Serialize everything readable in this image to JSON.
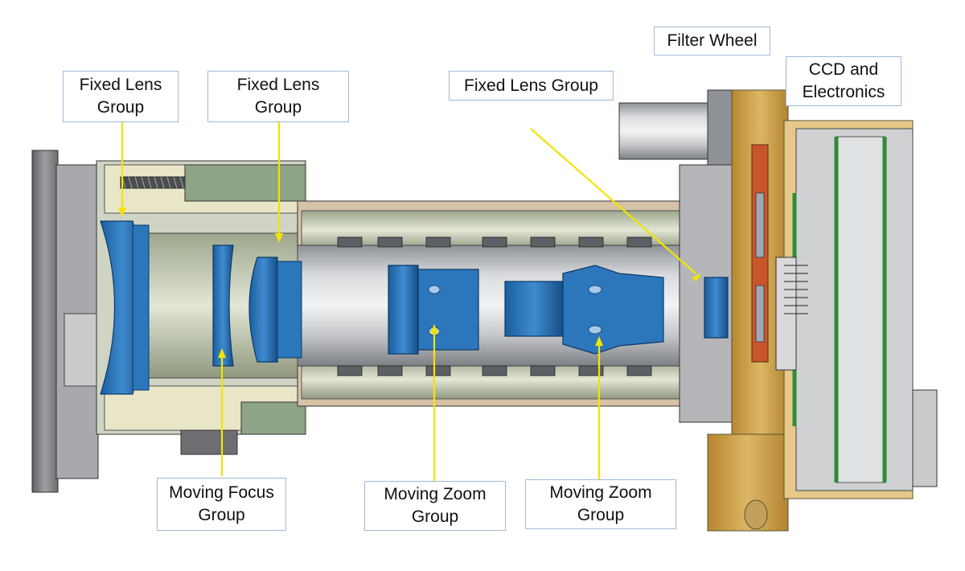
{
  "labels": {
    "filter_wheel": "Filter Wheel",
    "ccd_electronics": "CCD and\nElectronics",
    "fixed_lens_group_1": "Fixed Lens\nGroup",
    "fixed_lens_group_2": "Fixed Lens\nGroup",
    "fixed_lens_group_3": "Fixed Lens Group",
    "moving_focus_group": "Moving Focus\nGroup",
    "moving_zoom_group_1": "Moving Zoom\nGroup",
    "moving_zoom_group_2": "Moving Zoom\nGroup"
  },
  "colors": {
    "lens_blue": "#1f6fb5",
    "lens_blue_light": "#4a94d4",
    "barrel_gray": "#b9bcc0",
    "housing_green": "#c9dcb8",
    "gold_frame": "#c9a24a",
    "copper_plate": "#c8562a",
    "leader_yellow": "#f2e400",
    "dark_metal": "#6d6f73",
    "label_border": "#9fbad6"
  }
}
